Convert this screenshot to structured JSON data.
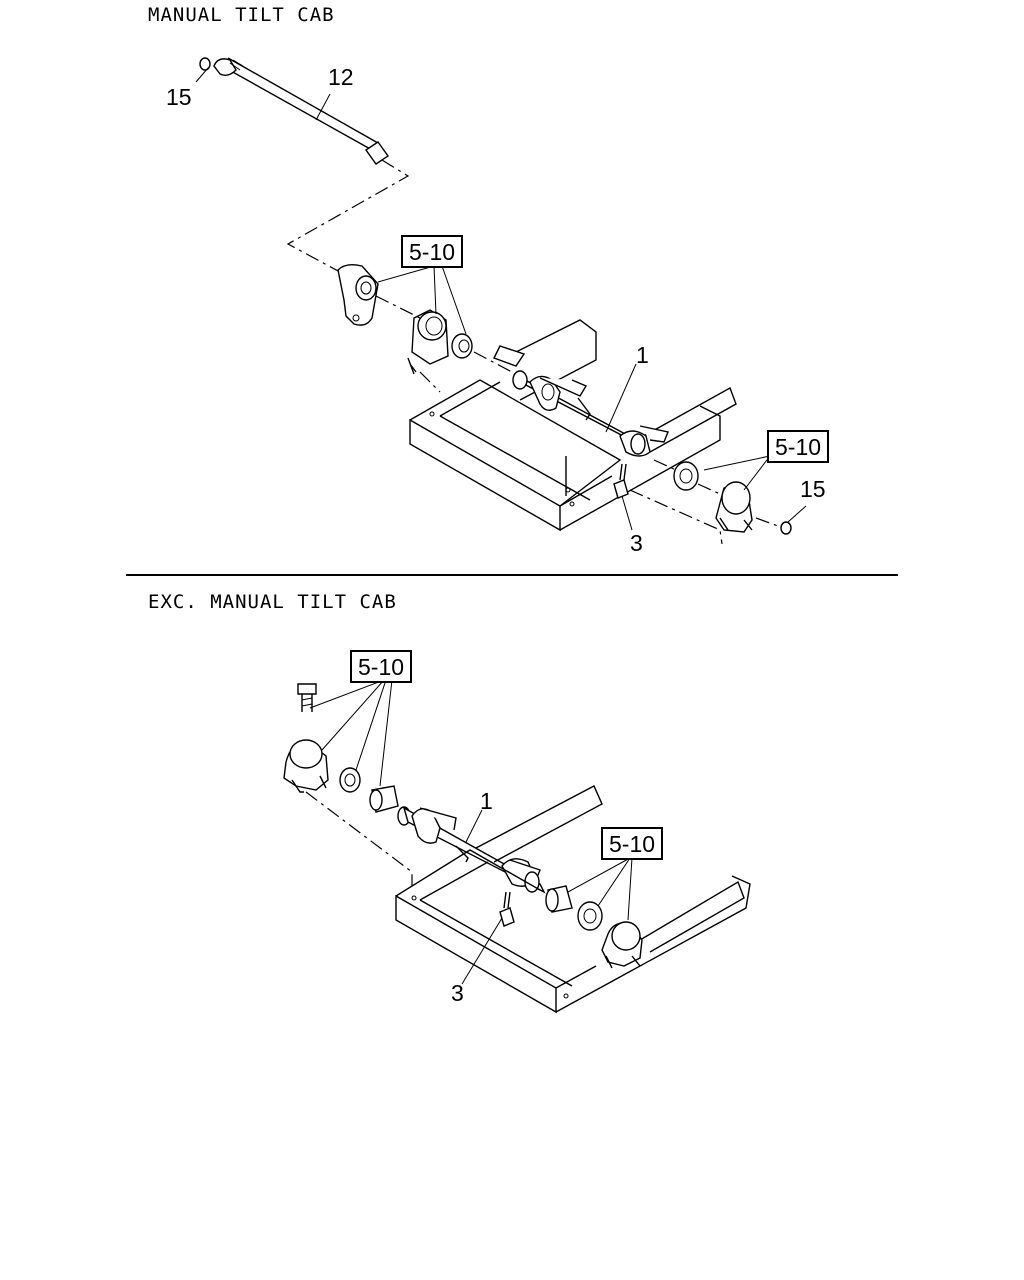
{
  "sections": [
    {
      "title": "MANUAL TILT CAB",
      "callouts": [
        "15",
        "12",
        "5-10",
        "1",
        "5-10",
        "15",
        "3"
      ]
    },
    {
      "title": "EXC. MANUAL TILT CAB",
      "callouts": [
        "5-10",
        "1",
        "5-10",
        "3"
      ]
    }
  ]
}
